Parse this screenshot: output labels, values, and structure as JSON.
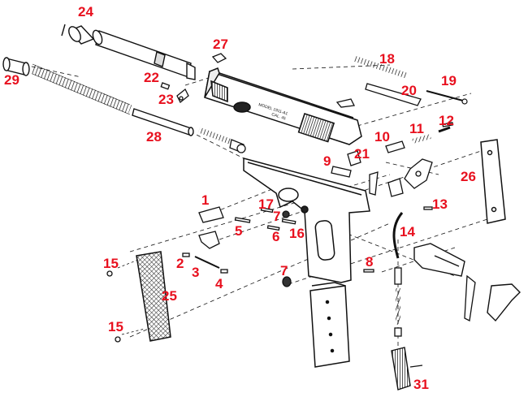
{
  "diagram": {
    "slide_markings": [
      "MODEL 1911-A1",
      "CAL. 45"
    ],
    "label_color": "#e8101e",
    "line_color": "#111111",
    "part_labels": {
      "p1": "1",
      "p2": "2",
      "p3": "3",
      "p4": "4",
      "p5": "5",
      "p6": "6",
      "p7a": "7",
      "p7b": "7",
      "p8": "8",
      "p9": "9",
      "p10": "10",
      "p11": "11",
      "p12": "12",
      "p13": "13",
      "p14": "14",
      "p15a": "15",
      "p15b": "15",
      "p16": "16",
      "p17": "17",
      "p18": "18",
      "p19": "19",
      "p20": "20",
      "p21": "21",
      "p22": "22",
      "p23": "23",
      "p24": "24",
      "p25": "25",
      "p26": "26",
      "p27": "27",
      "p28": "28",
      "p29": "29",
      "p31": "31"
    }
  }
}
